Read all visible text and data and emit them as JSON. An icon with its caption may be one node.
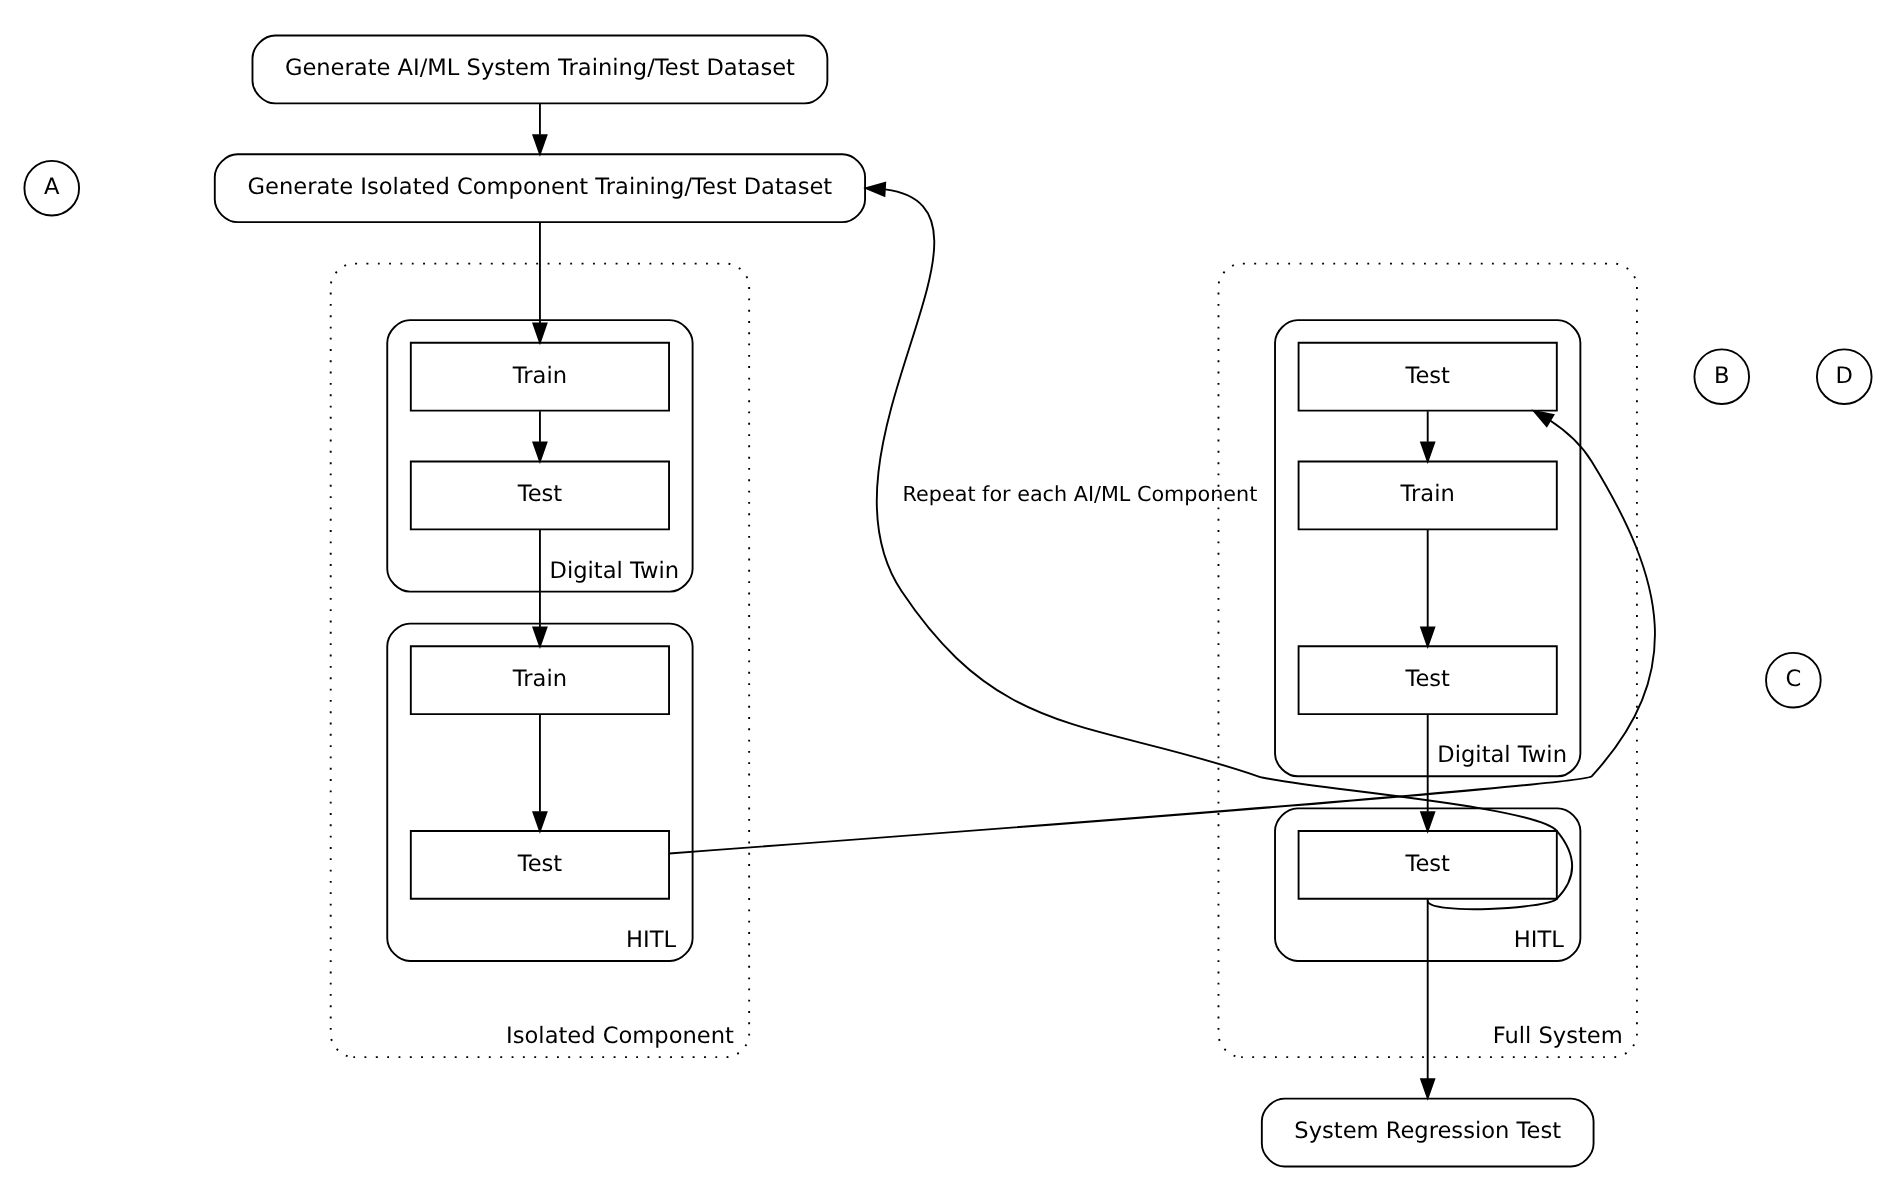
{
  "diagram": {
    "nodes": [
      {
        "text": [
          "Generate AI/ML System Training/Test Dataset"
        ]
      },
      {
        "text": [
          "A"
        ]
      },
      {
        "text": [
          "Generate Isolated Component Training/Test Dataset"
        ]
      },
      {
        "text": [
          "B"
        ]
      },
      {
        "text": [
          "Isolated Component"
        ]
      },
      {
        "text": [
          "Digital Twin"
        ],
        "in": 4
      },
      {
        "text": [
          "Train"
        ],
        "in": 5
      },
      {
        "text": [
          "Test"
        ],
        "in": 5
      },
      {
        "text": [
          "C"
        ]
      },
      {
        "text": [
          "HITL"
        ],
        "in": 4
      },
      {
        "text": [
          "Train"
        ],
        "in": 9
      },
      {
        "text": [
          "Test"
        ],
        "in": 9
      },
      {
        "text": [
          "D"
        ]
      },
      {
        "text": [
          "Full System"
        ]
      },
      {
        "text": [
          "Digital Twin"
        ],
        "in": 13
      },
      {
        "text": [
          "Test"
        ],
        "in": 14
      },
      {
        "text": [
          "Train"
        ],
        "in": 14
      },
      {
        "text": [
          "Test"
        ],
        "in": 14
      },
      {
        "text": [
          "HITL"
        ],
        "in": 13
      },
      {
        "text": [
          "Test"
        ],
        "in": 18
      },
      {
        "text": [
          "System Regression Test"
        ]
      }
    ],
    "edges": [
      {
        "from": 0,
        "to": 2,
        "arrow": "to"
      },
      {
        "from": 2,
        "to": 6,
        "arrow": "to"
      },
      {
        "from": 6,
        "to": 7,
        "arrow": "to"
      },
      {
        "from": 7,
        "to": 10,
        "arrow": "to"
      },
      {
        "from": 10,
        "to": 11,
        "arrow": "to"
      },
      {
        "from": 11,
        "to": 15,
        "arrow": "to"
      },
      {
        "from": 15,
        "to": 16,
        "arrow": "to"
      },
      {
        "from": 16,
        "to": 17,
        "arrow": "to"
      },
      {
        "from": 17,
        "to": 19,
        "arrow": "to"
      },
      {
        "from": 19,
        "to": 20,
        "arrow": "to"
      },
      {
        "from": 19,
        "to": 2,
        "arrow": "to",
        "label": "Repeat for each AI/ML Component"
      }
    ]
  }
}
